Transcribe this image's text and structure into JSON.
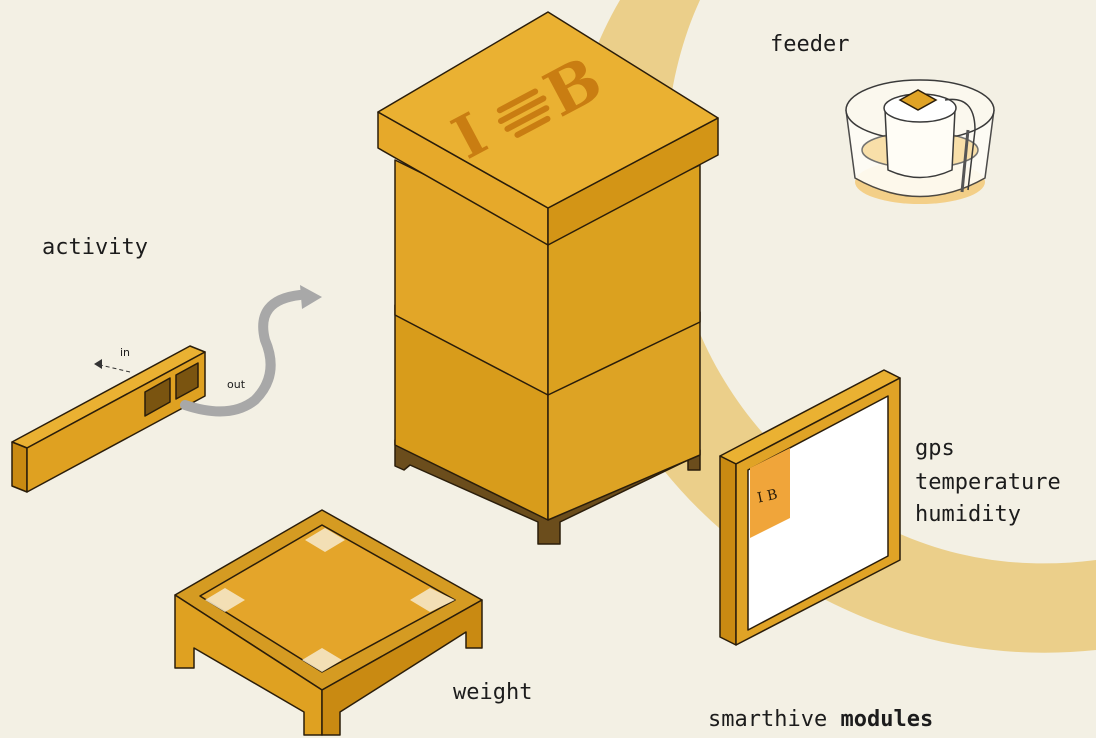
{
  "diagram": {
    "title": {
      "prefix": "smarthive",
      "bold": "modules"
    },
    "modules": {
      "feeder": "feeder",
      "activity": "activity",
      "weight": "weight",
      "sensors": [
        "gps",
        "temperature",
        "humidity"
      ]
    },
    "activity_flow": {
      "in": "in",
      "out": "out"
    },
    "logo": {
      "left": "I",
      "right": "B"
    },
    "colors": {
      "background": "#f3f0e4",
      "ring": "#e9c97a",
      "wood_top": "#e8a82a",
      "wood_left": "#dfa121",
      "wood_right": "#d39516",
      "outline": "#2a1d0a",
      "stand": "#6b4d1c"
    }
  }
}
